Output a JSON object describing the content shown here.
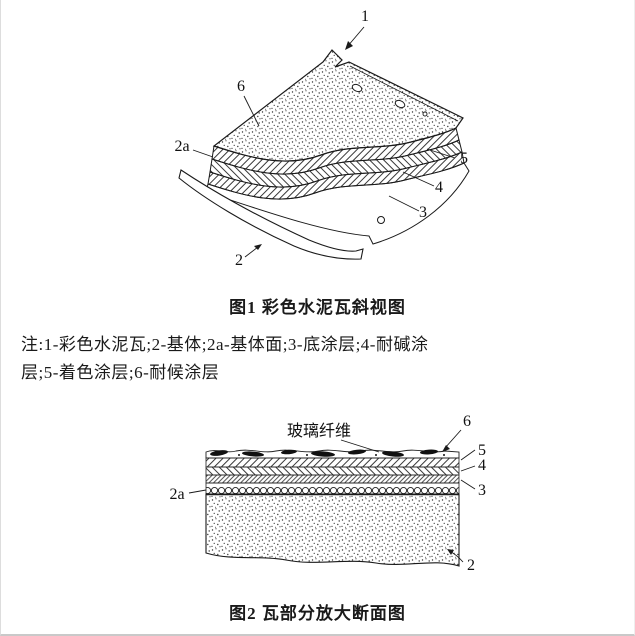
{
  "figure1": {
    "caption": "图1  彩色水泥瓦斜视图",
    "labels": {
      "n1": "1",
      "n2": "2",
      "n2a": "2a",
      "n3": "3",
      "n4": "4",
      "n5": "5",
      "n6": "6"
    }
  },
  "note": {
    "line1": "注:1-彩色水泥瓦;2-基体;2a-基体面;3-底涂层;4-耐碱涂",
    "line2": "层;5-着色涂层;6-耐候涂层"
  },
  "figure2": {
    "caption": "图2  瓦部分放大断面图",
    "annotation_glass_fiber": "玻璃纤维",
    "labels": {
      "n2": "2",
      "n2a": "2a",
      "n3": "3",
      "n4": "4",
      "n5": "5",
      "n6": "6"
    }
  },
  "colors": {
    "ink": "#1a1a1a",
    "paper": "#ffffff"
  }
}
